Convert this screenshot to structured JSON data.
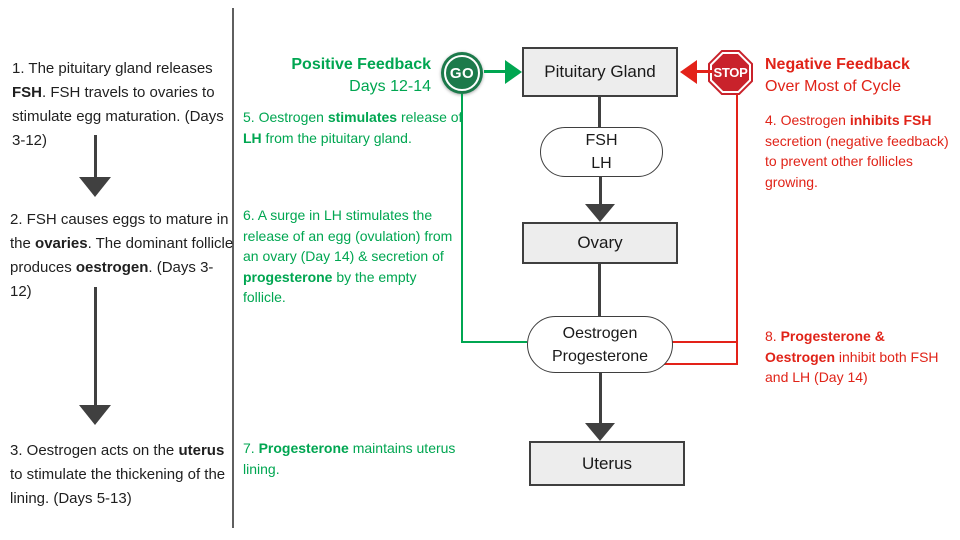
{
  "colors": {
    "green_accent": "#00a651",
    "red_accent": "#e02318",
    "go_badge_green": "#1c7a4b",
    "stop_badge_red": "#c9222b",
    "connector_red": "#e32219",
    "dark_gray": "#404040",
    "node_fill": "#ededed"
  },
  "left_panel": {
    "steps": [
      {
        "segments": [
          {
            "t": "1. The pituitary gland releases "
          },
          {
            "t": "FSH",
            "b": true
          },
          {
            "t": ". FSH travels to ovaries to stimulate egg maturation. (Days 3-12)"
          }
        ]
      },
      {
        "segments": [
          {
            "t": "2. FSH causes eggs to mature in the "
          },
          {
            "t": "ovaries",
            "b": true
          },
          {
            "t": ". The dominant follicle produces "
          },
          {
            "t": "oestrogen",
            "b": true
          },
          {
            "t": ". (Days 3-12)"
          }
        ]
      },
      {
        "segments": [
          {
            "t": "3. Oestrogen acts on the "
          },
          {
            "t": "uterus",
            "b": true
          },
          {
            "t": " to stimulate the thickening of the lining. (Days 5-13)"
          }
        ]
      }
    ]
  },
  "positive_feedback": {
    "title": "Positive Feedback",
    "subtitle": "Days 12-14",
    "badge_label": "GO",
    "notes": [
      {
        "segments": [
          {
            "t": "5. Oestrogen "
          },
          {
            "t": "stimulates",
            "b": true
          },
          {
            "t": " release of "
          },
          {
            "t": "LH",
            "b": true
          },
          {
            "t": " from the pituitary gland."
          }
        ]
      },
      {
        "segments": [
          {
            "t": "6. A surge in LH stimulates the release of an egg (ovulation) from an ovary (Day 14) & secretion of "
          },
          {
            "t": "progesterone",
            "b": true
          },
          {
            "t": " by the empty follicle."
          }
        ]
      },
      {
        "segments": [
          {
            "t": "7. "
          },
          {
            "t": "Progesterone",
            "b": true
          },
          {
            "t": " maintains uterus lining."
          }
        ]
      }
    ]
  },
  "negative_feedback": {
    "title": "Negative Feedback",
    "subtitle": "Over Most of Cycle",
    "badge_label": "STOP",
    "notes": [
      {
        "segments": [
          {
            "t": "4. Oestrogen "
          },
          {
            "t": "inhibits FSH",
            "b": true
          },
          {
            "t": " secretion (negative feedback) to prevent other follicles growing."
          }
        ]
      },
      {
        "segments": [
          {
            "t": "8. "
          },
          {
            "t": "Progesterone & Oestrogen",
            "b": true
          },
          {
            "t": " inhibit both FSH and LH (Day 14)"
          }
        ]
      }
    ]
  },
  "flowchart": {
    "nodes": [
      {
        "id": "pituitary-gland",
        "label": "Pituitary Gland"
      },
      {
        "id": "fsh-lh",
        "lines": [
          "FSH",
          "LH"
        ]
      },
      {
        "id": "ovary",
        "label": "Ovary"
      },
      {
        "id": "oestrogen-progesterone",
        "lines": [
          "Oestrogen",
          "Progesterone"
        ]
      },
      {
        "id": "uterus",
        "label": "Uterus"
      }
    ]
  }
}
